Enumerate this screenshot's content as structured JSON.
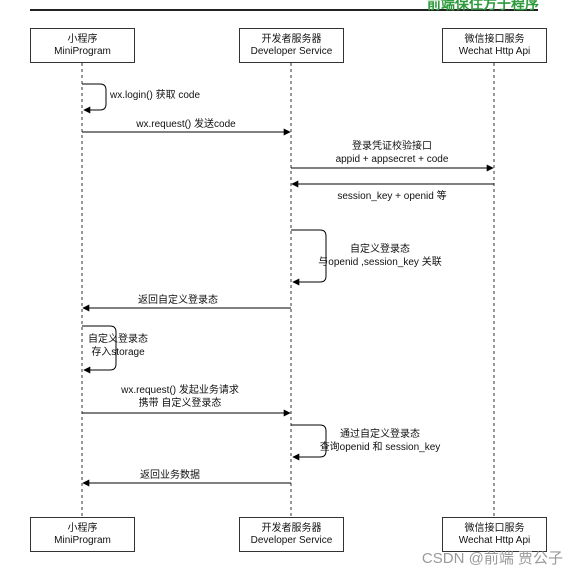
{
  "header": {
    "title": "前端保住方于程序"
  },
  "participants": [
    {
      "id": "mini",
      "title": "小程序",
      "subtitle": "MiniProgram"
    },
    {
      "id": "dev",
      "title": "开发者服务器",
      "subtitle": "Developer Service"
    },
    {
      "id": "wx",
      "title": "微信接口服务",
      "subtitle": "Wechat Http Api"
    }
  ],
  "messages": [
    {
      "lines": [
        "wx.login() 获取 code"
      ]
    },
    {
      "lines": [
        "wx.request() 发送code"
      ]
    },
    {
      "lines": [
        "登录凭证校验接口",
        "appid + appsecret + code"
      ]
    },
    {
      "lines": [
        "session_key + openid 等"
      ]
    },
    {
      "lines": [
        "自定义登录态",
        "与openid ,session_key 关联"
      ]
    },
    {
      "lines": [
        "返回自定义登录态"
      ]
    },
    {
      "lines": [
        "自定义登录态",
        "存入storage"
      ]
    },
    {
      "lines": [
        "wx.request() 发起业务请求",
        "携带 自定义登录态"
      ]
    },
    {
      "lines": [
        "通过自定义登录态",
        "查询openid 和 session_key"
      ]
    },
    {
      "lines": [
        "返回业务数据"
      ]
    }
  ],
  "watermark": "CSDN @前端 贾公子"
}
